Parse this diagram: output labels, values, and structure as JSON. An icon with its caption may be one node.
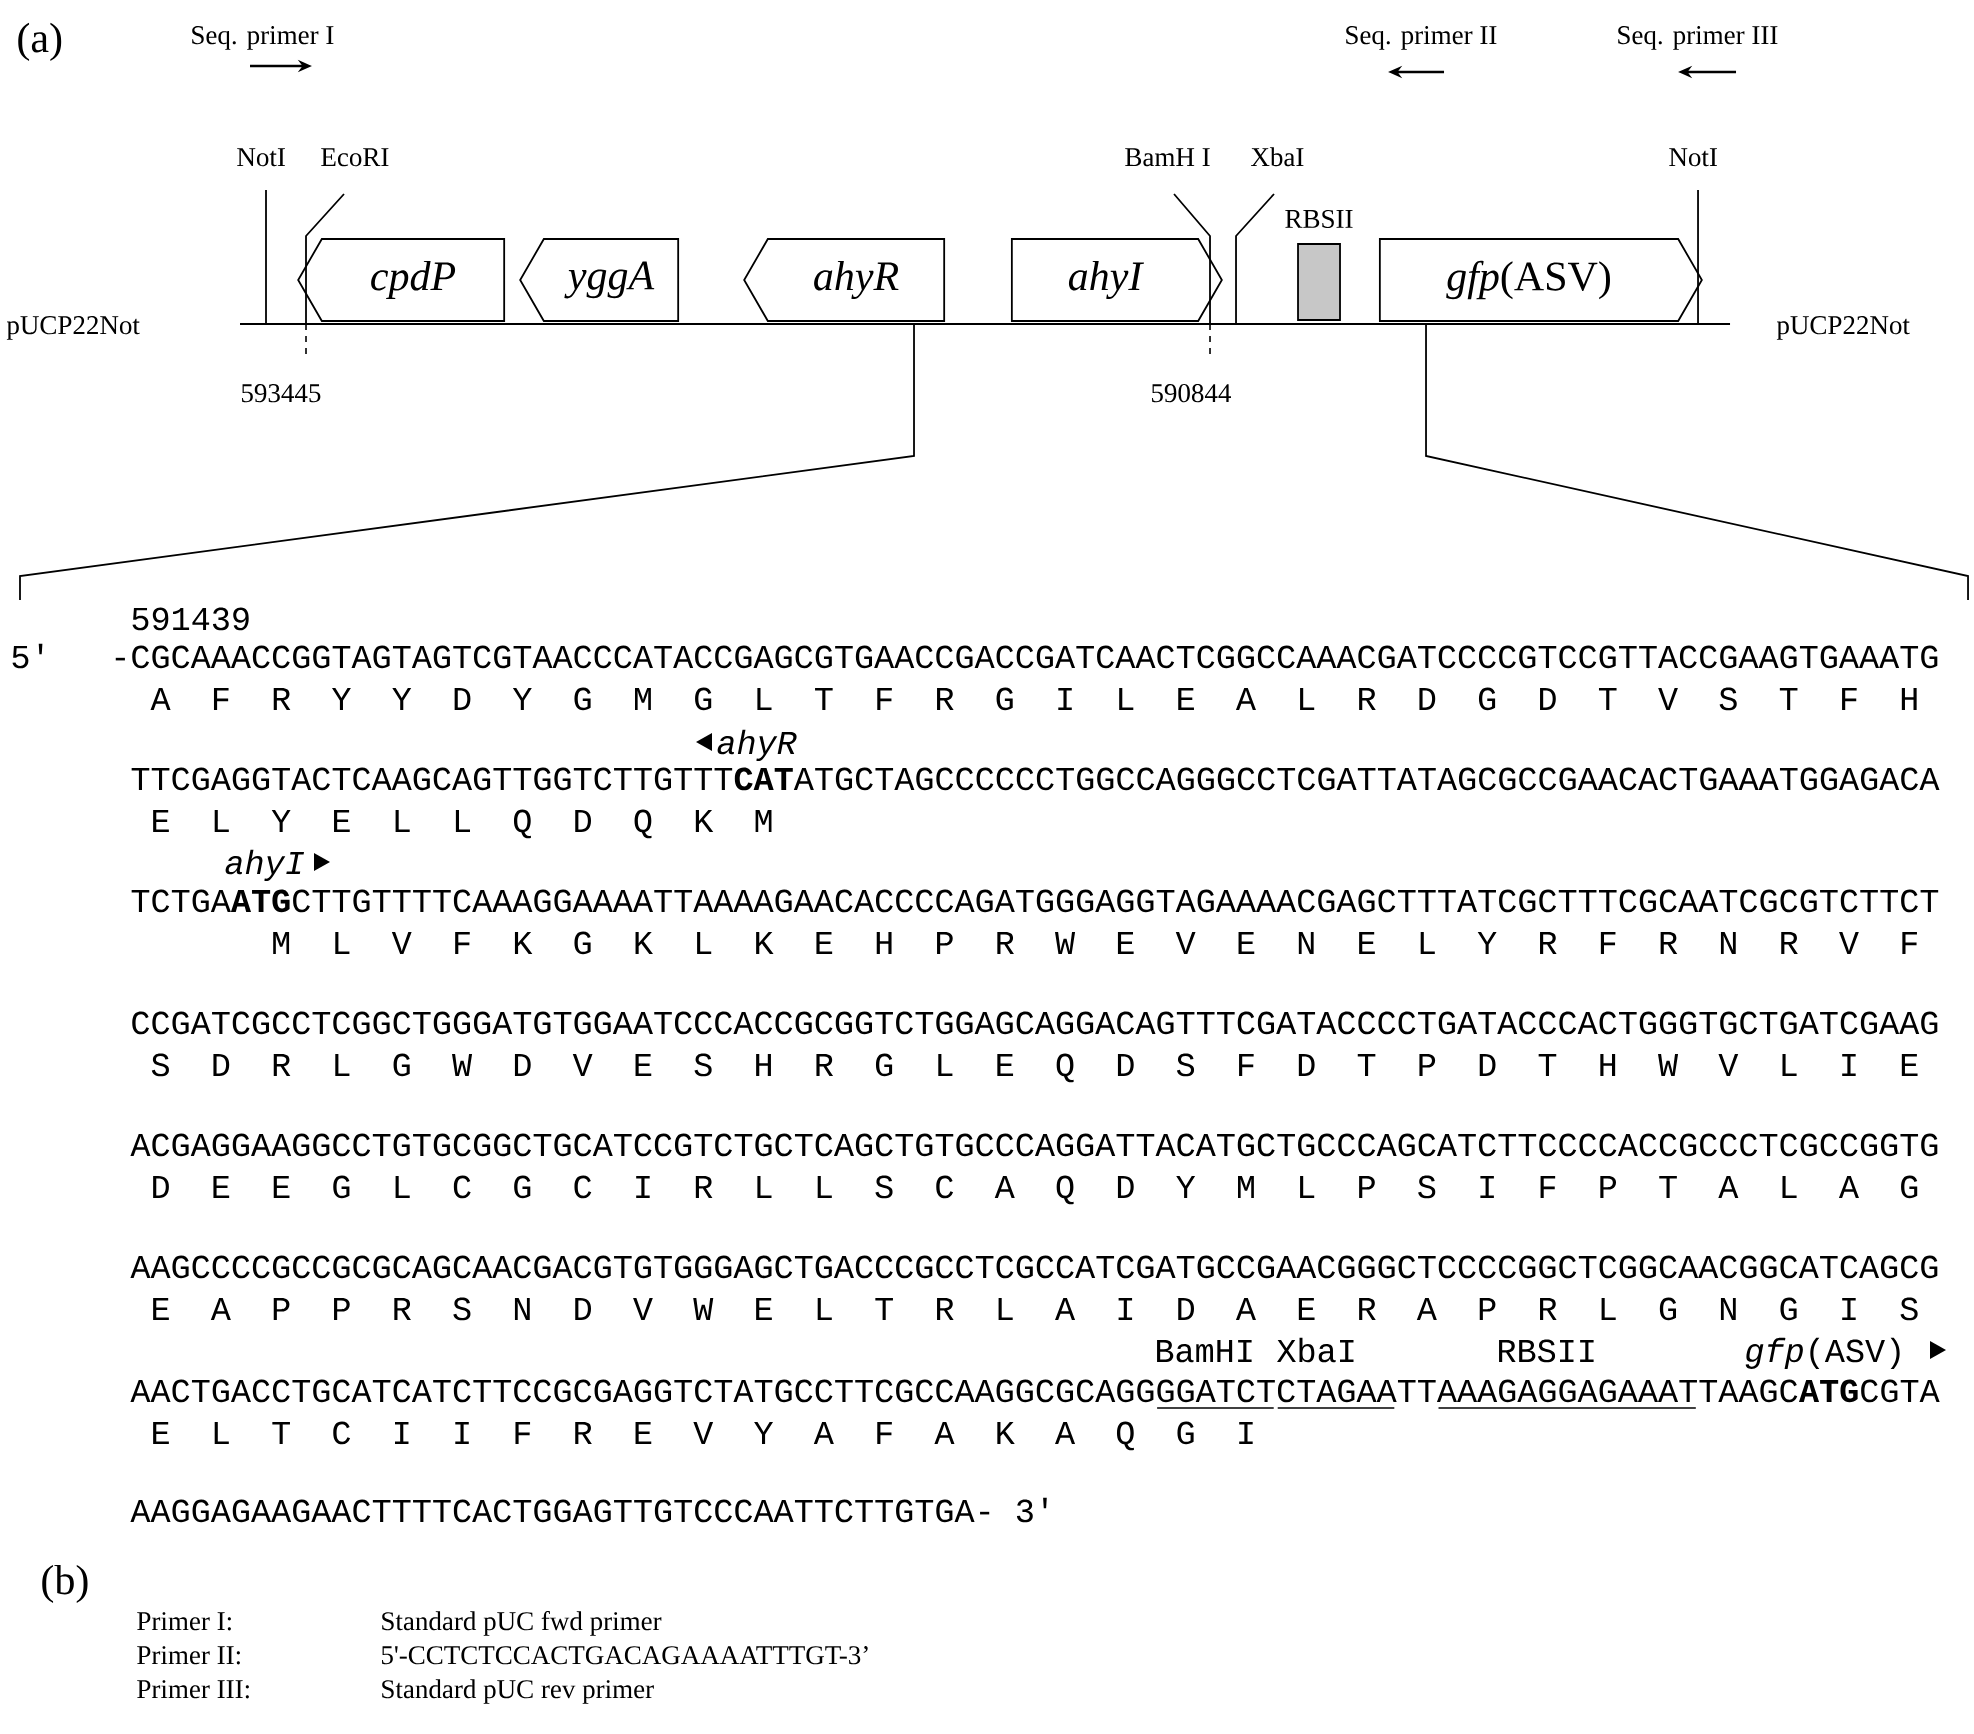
{
  "diagram": {
    "nodes": [
      {
        "text": [
          "cpdP"
        ]
      },
      {
        "text": [
          "yggA"
        ]
      },
      {
        "text": [
          "ahyR"
        ]
      },
      {
        "text": [
          "ahyI"
        ]
      },
      {
        "text": [
          "RBSII"
        ]
      },
      {
        "text": [
          "*gfp*(ASV)"
        ]
      }
    ],
    "labels": [
      "(a)",
      "Seq. primer I",
      "Seq. primer II",
      "Seq. primer III",
      "NotI",
      "EcoRI",
      "BamH I",
      "XbaI",
      "NotI",
      "pUCP22Not",
      "pUCP22Not",
      "593445",
      "590844",
      "591439",
      "5'",
      "-CGCAAACCGGTAGTAGTCGTAACCCATACCGAGCGTGAACCGACCGATCAACTCGGCCAAACGATCCCCGTCCGTTACCGAAGTGAAATG",
      "A F R Y Y D Y G M G L T F R G I L E A L R D G D T V S T F H",
      "ahyR",
      "TTCGAGGTACTCAAGCAGTTGGTCTTGTTT**CAT**ATGCTAGCCCCCCTGGCCAGGGCCTCGATTATAGCGCCGAACACTGAAATGGAGACA",
      "E L Y E L L Q D Q K M",
      "ahyI",
      "TCTGA**ATG**CTTGTTTTCAAAGGAAAATTAAAAGAACACCCCAGATGGGAGGTAGAAAACGAGCTTTATCGCTTTCGCAATCGCGTCTTCT",
      "M L V F K G K L K E H P R W E V E N E L Y R F R N R V F",
      "CCGATCGCCTCGGCTGGGATGTGGAATCCCACCGCGGTCTGGAGCAGGACAGTTTCGATACCCCTGATACCCACTGGGTGCTGATCGAAG",
      "S D R L G W D V E S H R G L E Q D S F D T P D T H W V L I E",
      "ACGAGGAAGGCCTGTGCGGCTGCATCCGTCTGCTCAGCTGTGCCCAGGATTACATGCTGCCCAGCATCTTCCCCACCGCCCTCGCCGGTG",
      "D E E G L C G C I R L L S C A Q D Y M L P S I F P T A L A G",
      "AAGCCCCGCCGCGCAGCAACGACGTGTGGGAGCTGACCCGCCTCGCCATCGATGCCGAACGGGCTCCCCGGCTCGGCAACGGCATCAGCG",
      "E A P P R S N D V W E L T R L A I D A E R A P R L G N G I S",
      "BamHI",
      "XbaI",
      "RBSII",
      "*gfp*(ASV)",
      "AACTGACCTGCATCATCTTCCGCGAGGTCTATGCCTTCGCCAAGGCGCAGGGGATCTCTAGAATTAAAGAGGAGAAATTAAGC**ATG**CGTA",
      "E L T C I I F R E V Y A F A K A Q G I",
      "AAGGAGAAGAACTTTTCACTGGAGTTGTCCCAATTCTTGTGA- 3'",
      "(b)",
      "Primer I:",
      "Standard pUC fwd primer",
      "Primer II:",
      "5'-CCTCTCCACTGACAGAAAATTTGT-3’",
      "Primer III:",
      "Standard pUC rev primer"
    ]
  }
}
